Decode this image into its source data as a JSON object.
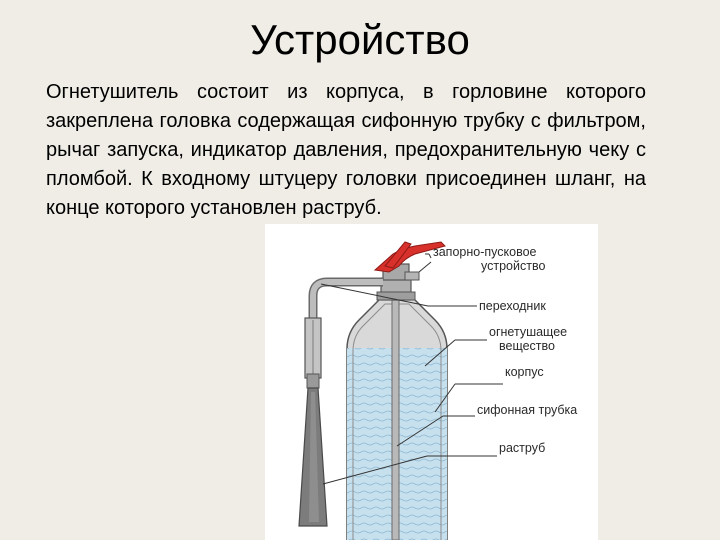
{
  "slide": {
    "title": "Устройство",
    "body_text": "Огнетушитель состоит из корпуса, в горловине которого закреплена головка содержащая сифонную трубку с фильтром, рычаг запуска, индикатор давления, предохранительную чеку с пломбой. К входному штуцеру головки присоединен шланг, на конце которого установлен раструб."
  },
  "diagram": {
    "labels": {
      "valve_line1": "запорно-пусковое",
      "valve_line2": "устройство",
      "adapter": "переходник",
      "agent_line1": "огнетушащее",
      "agent_line2": "вещество",
      "body": "корпус",
      "siphon": "сифонная трубка",
      "horn": "раструб"
    },
    "colors": {
      "lever": "#d8312b",
      "liquid": "#c7e0ee",
      "liquid_lines": "#8fb8d0",
      "metal": "#a8a8a8",
      "horn": "#7c7c7c",
      "outline": "#555555"
    }
  }
}
